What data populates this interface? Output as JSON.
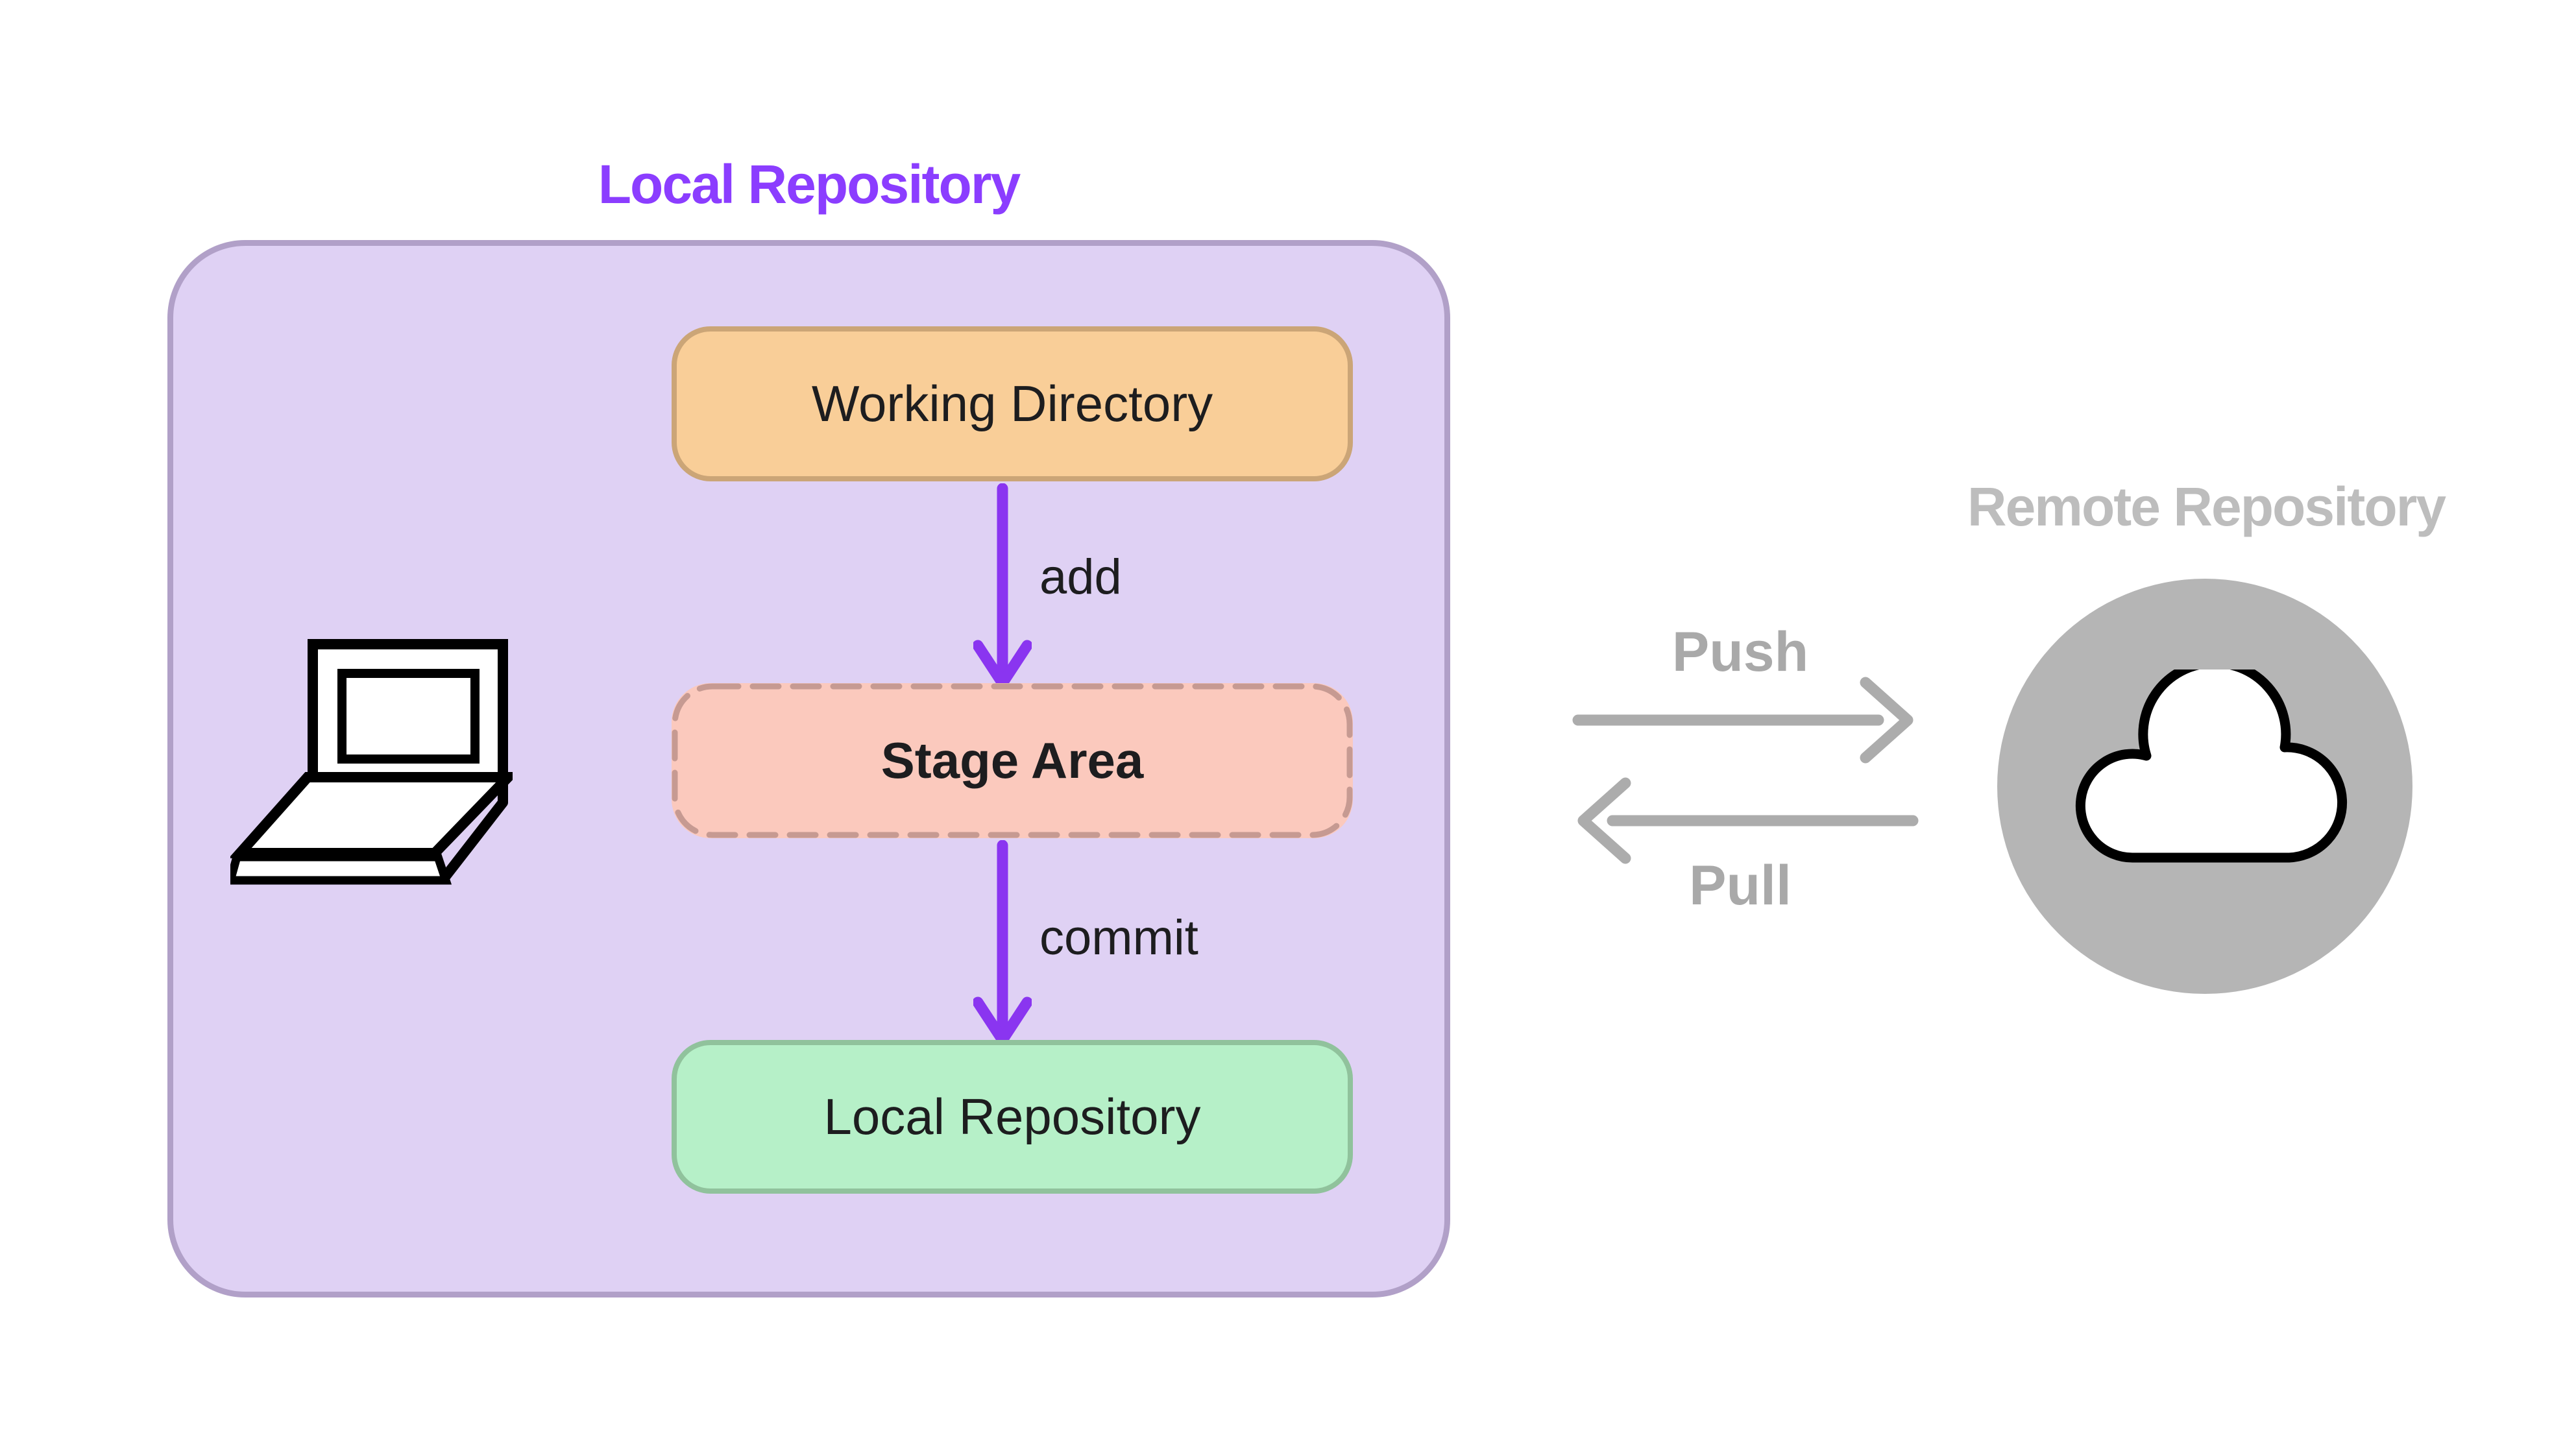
{
  "diagram": {
    "local_group": {
      "title": "Local Repository",
      "nodes": {
        "working_directory": "Working Directory",
        "stage_area": "Stage Area",
        "local_repository": "Local Repository"
      },
      "edge_labels": {
        "add": "add",
        "commit": "commit"
      }
    },
    "remote_group": {
      "title": "Remote Repository"
    },
    "transfer": {
      "push": "Push",
      "pull": "Pull"
    },
    "icons": {
      "laptop": "laptop-icon",
      "cloud": "cloud-icon"
    },
    "colors": {
      "local_title": "#8B3DFF",
      "container_fill": "#DFD1F4",
      "container_border": "#B1A0C8",
      "working_fill": "#F9CE98",
      "working_border": "#CBA577",
      "stage_fill": "#FBC9BD",
      "stage_border": "#C69A92",
      "repo_fill": "#B6F0C8",
      "repo_border": "#90C29C",
      "flow_arrow": "#8A35F0",
      "remote_title": "#BDBDBD",
      "remote_circle": "#B5B5B5",
      "transfer_arrow": "#ACACAC",
      "label_text": "#1D1D1F"
    }
  }
}
